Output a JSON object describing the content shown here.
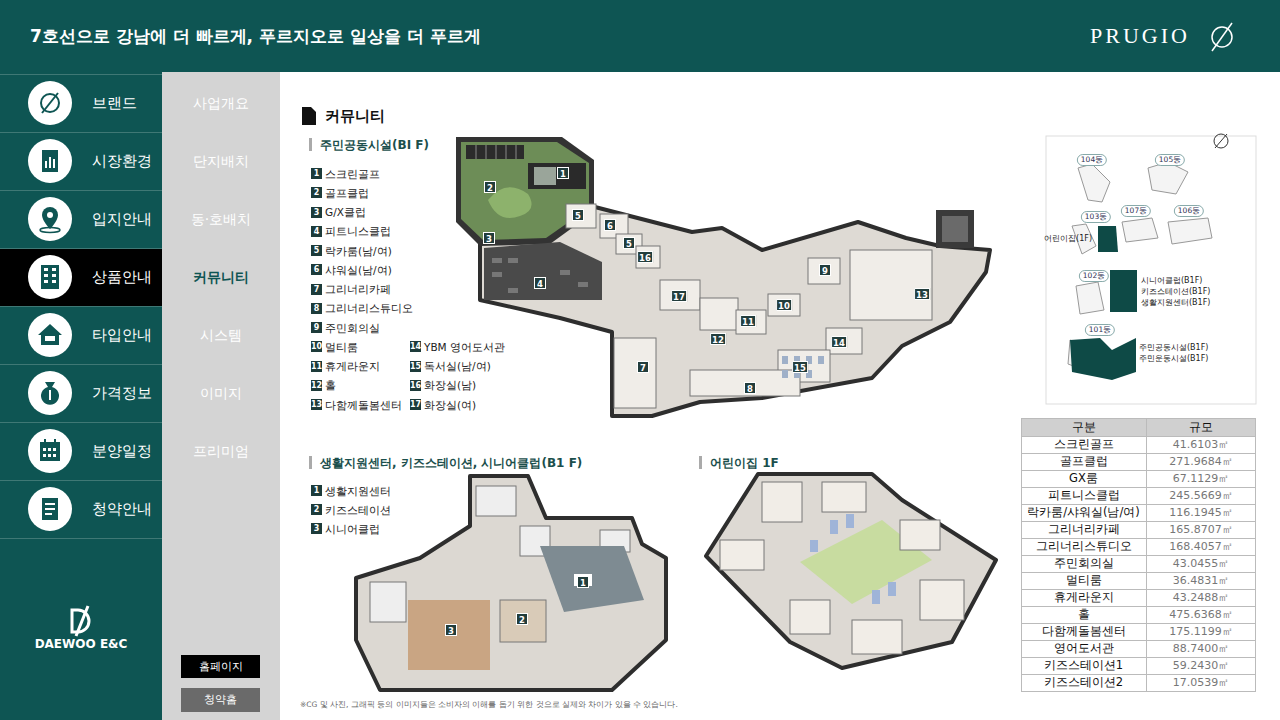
{
  "diagram": {
    "title": "커뮤니티",
    "caption": "※CG 및 사진, 그래픽 등의 이미지들은 소비자의 이해를 돕기 위한 것으로 실제와 차이가 있을 수 있습니다.",
    "nodes": [
      {
        "text": [
          "7호선으로 강남에 더 빠르게, 푸르지오로 일상을 더 푸르게",
          "PRUGIO"
        ]
      },
      {
        "text": [
          "DAEWOO E&C"
        ]
      },
      {
        "text": [
          "브랜드"
        ],
        "in": 1
      },
      {
        "text": [
          "시장환경"
        ],
        "in": 1
      },
      {
        "text": [
          "입지안내"
        ],
        "in": 1
      },
      {
        "text": [
          "상품안내"
        ],
        "in": 1
      },
      {
        "text": [
          "타입안내"
        ],
        "in": 1
      },
      {
        "text": [
          "가격정보"
        ],
        "in": 1
      },
      {
        "text": [
          "분양일정"
        ],
        "in": 1
      },
      {
        "text": [
          "청약안내"
        ],
        "in": 1
      },
      {
        "text": [
          "사업개요",
          "단지배치",
          "동·호배치",
          "커뮤니티",
          "시스템",
          "이미지",
          "프리미엄"
        ]
      },
      {
        "text": [
          "홈페이지"
        ],
        "in": 10
      },
      {
        "text": [
          "청약홈"
        ],
        "in": 10
      }
    ],
    "labels": [
      "주민공동시설(BI F)",
      "1",
      "스크린골프",
      "2",
      "골프클럽",
      "3",
      "G/X클럽",
      "4",
      "피트니스클럽",
      "5",
      "락카룸(남/여)",
      "6",
      "샤워실(남/여)",
      "7",
      "그리너리카페",
      "8",
      "그리너리스튜디오",
      "9",
      "주민회의실",
      "10",
      "멀티룸",
      "11",
      "휴게라운지",
      "12",
      "홀",
      "13",
      "다함께돌봄센터",
      "14",
      "YBM 영어도서관",
      "15",
      "독서실(남/여)",
      "16",
      "화장실(남)",
      "17",
      "화장실(여)",
      "1",
      "2",
      "3",
      "4",
      "5",
      "6",
      "5",
      "16",
      "17",
      "9",
      "10",
      "11",
      "12",
      "13",
      "14",
      "15",
      "7",
      "8",
      "생활지원센터, 키즈스테이션, 시니어클럽(B1 F)",
      "1",
      "생활지원센터",
      "2",
      "키즈스테이션",
      "3",
      "시니어클럽",
      "1",
      "2",
      "3",
      "어린이집 1F",
      "104동",
      "105동",
      "103동",
      "107동",
      "106동",
      "102동",
      "101동",
      "어린이집(1F)",
      "시니어클럽(B1F)",
      "키즈스테이션(B1F)",
      "생활지원센터(B1F)",
      "주민공동시설(B1F)",
      "주민운동시설(B1F)",
      "구분",
      "규모",
      "스크린골프",
      "41.6103㎡",
      "골프클럽",
      "271.9684㎡",
      "GX룸",
      "67.1129㎡",
      "피트니스클럽",
      "245.5669㎡",
      "락카룸/샤워실(남/여)",
      "116.1945㎡",
      "그리너리카페",
      "165.8707㎡",
      "그리너리스튜디오",
      "168.4057㎡",
      "주민회의실",
      "43.0455㎡",
      "멀티룸",
      "36.4831㎡",
      "휴게라운지",
      "43.2488㎡",
      "홀",
      "475.6368㎡",
      "다함께돌봄센터",
      "175.1199㎡",
      "영어도서관",
      "88.7400㎡",
      "키즈스테이션1",
      "59.2430㎡",
      "키즈스테이션2",
      "17.0539㎡"
    ]
  }
}
